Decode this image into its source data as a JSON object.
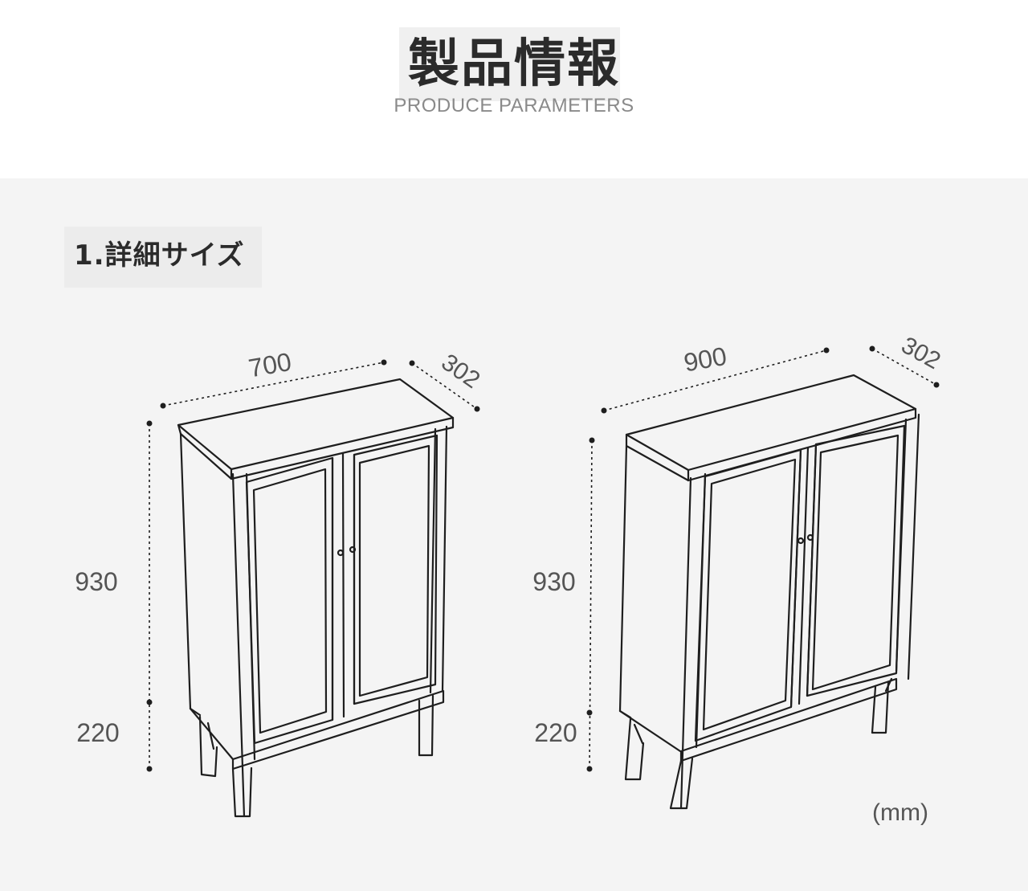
{
  "header": {
    "title": "製品情報",
    "subtitle": "PRODUCE PARAMETERS"
  },
  "section": {
    "title": "1.詳細サイズ"
  },
  "cabinets": [
    {
      "width": "700",
      "depth": "302",
      "height": "930",
      "leg_height": "220"
    },
    {
      "width": "900",
      "depth": "302",
      "height": "930",
      "leg_height": "220"
    }
  ],
  "unit": "(mm)",
  "colors": {
    "line": "#1e1e1e",
    "panel": "#f4f4f4",
    "text": "#555555"
  }
}
